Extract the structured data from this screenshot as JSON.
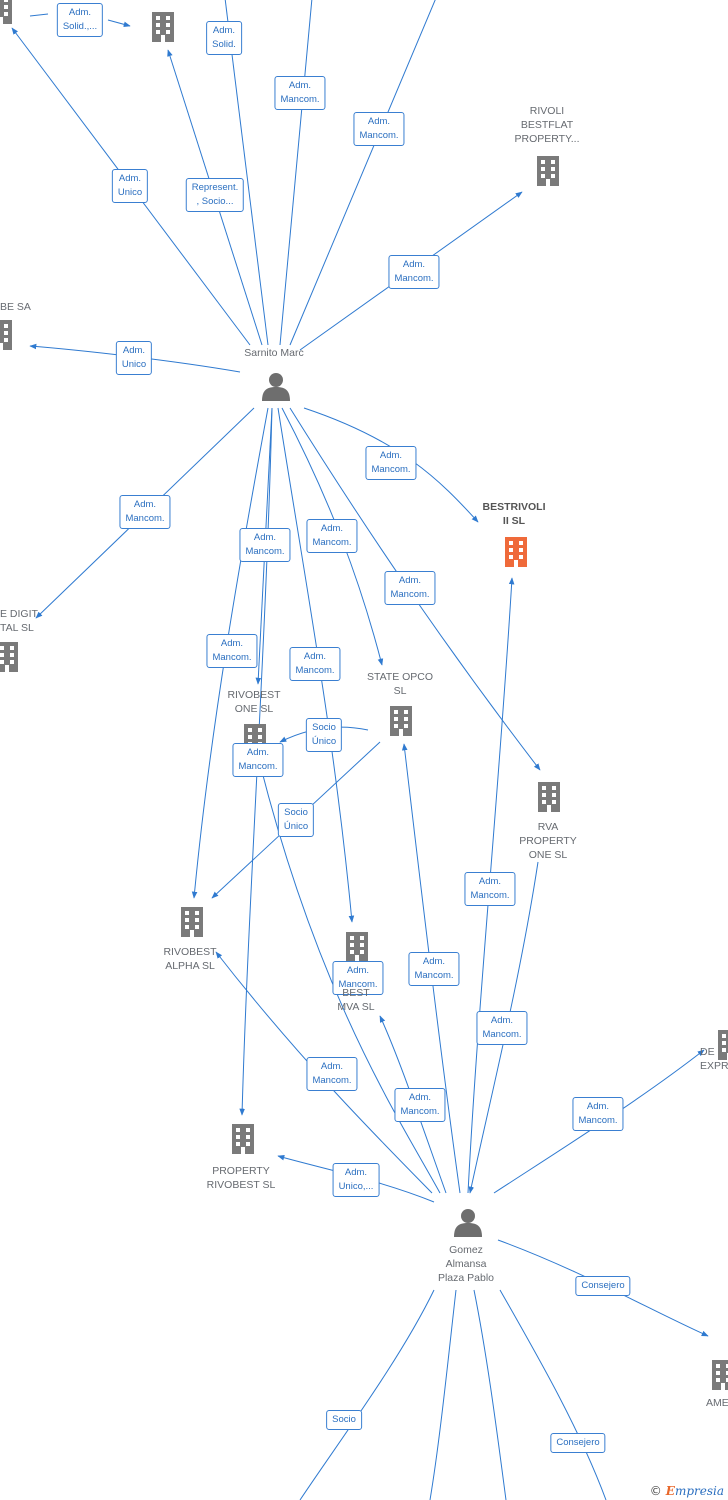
{
  "persons": [
    {
      "id": "p1",
      "name": "Sarnito Marc"
    },
    {
      "id": "p2",
      "name": "Gomez\nAlmansa\nPlaza Pablo"
    }
  ],
  "companies": [
    {
      "id": "c_top1",
      "name": ""
    },
    {
      "id": "c_top2",
      "name": ""
    },
    {
      "id": "c_rivoli",
      "name": "RIVOLI\nBESTFLAT\nPROPERTY..."
    },
    {
      "id": "c_besa",
      "name": "BE SA"
    },
    {
      "id": "c_bestrivoli",
      "name": "BESTRIVOLI\nII  SL",
      "focus": true
    },
    {
      "id": "c_digit",
      "name": "E DIGIT\nTAL  SL"
    },
    {
      "id": "c_stateopco",
      "name": "STATE OPCO\nSL"
    },
    {
      "id": "c_rivobestone",
      "name": "RIVOBEST\nONE  SL"
    },
    {
      "id": "c_rvaproperty",
      "name": "RVA\nPROPERTY\nONE  SL"
    },
    {
      "id": "c_rivobestalpha",
      "name": "RIVOBEST\nALPHA  SL"
    },
    {
      "id": "c_bestmva",
      "name": "BEST\nMVA  SL"
    },
    {
      "id": "c_propertyrivobest",
      "name": "PROPERTY\nRIVOBEST  SL"
    },
    {
      "id": "c_deexpr",
      "name": "DE\nEXPR"
    },
    {
      "id": "c_ame",
      "name": "AME"
    }
  ],
  "edges": [
    {
      "label": "Adm.\nSolid.,..."
    },
    {
      "label": "Adm.\nSolid."
    },
    {
      "label": "Adm.\nMancom."
    },
    {
      "label": "Adm.\nMancom."
    },
    {
      "label": "Adm.\nUnico"
    },
    {
      "label": "Represent.\n, Socio..."
    },
    {
      "label": "Adm.\nMancom."
    },
    {
      "label": "Adm.\nUnico"
    },
    {
      "label": "Adm.\nMancom."
    },
    {
      "label": "Adm.\nMancom."
    },
    {
      "label": "Adm.\nMancom."
    },
    {
      "label": "Adm.\nMancom."
    },
    {
      "label": "Adm.\nMancom."
    },
    {
      "label": "Adm.\nMancom."
    },
    {
      "label": "Adm.\nMancom."
    },
    {
      "label": "Socio\nÚnico"
    },
    {
      "label": "Adm.\nMancom."
    },
    {
      "label": "Socio\nÚnico"
    },
    {
      "label": "Adm.\nMancom."
    },
    {
      "label": "Adm.\nMancom."
    },
    {
      "label": "Adm.\nMancom."
    },
    {
      "label": "Adm.\nMancom."
    },
    {
      "label": "Adm.\nMancom."
    },
    {
      "label": "Adm.\nMancom."
    },
    {
      "label": "Adm.\nMancom."
    },
    {
      "label": "Consejero"
    },
    {
      "label": "Adm.\nUnico,..."
    },
    {
      "label": "Socio"
    },
    {
      "label": "Consejero"
    }
  ],
  "colors": {
    "edge": "#2f7ad0",
    "building": "#7a7a7a",
    "focus_building": "#ef6a3a",
    "person": "#6e6e6e"
  },
  "footer": {
    "copyright": "©",
    "brand_initial": "E",
    "brand_rest": "mpresia"
  }
}
